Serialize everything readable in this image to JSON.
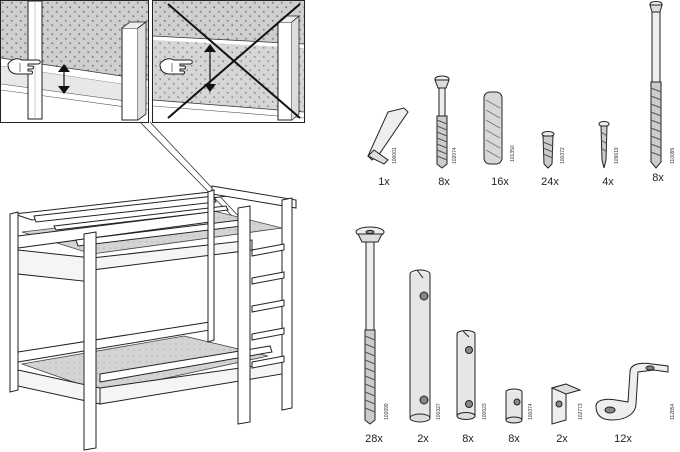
{
  "hardware": {
    "row1": [
      {
        "code": "100001",
        "qty": "1x"
      },
      {
        "code": "102074",
        "qty": "8x"
      },
      {
        "code": "101350",
        "qty": "16x"
      },
      {
        "code": "100372",
        "qty": "24x"
      },
      {
        "code": "109619",
        "qty": "4x"
      },
      {
        "code": "110095",
        "qty": "8x"
      }
    ],
    "row2": [
      {
        "code": "102699",
        "qty": "28x"
      },
      {
        "code": "100327",
        "qty": "2x"
      },
      {
        "code": "100523",
        "qty": "8x"
      },
      {
        "code": "100374",
        "qty": "8x"
      },
      {
        "code": "102773",
        "qty": "2x"
      },
      {
        "code": "112854",
        "qty": "12x"
      }
    ]
  },
  "icons": {
    "hand": "pointing-hand-icon",
    "arrow": "double-arrow-icon",
    "cross": "cross-out-icon"
  }
}
